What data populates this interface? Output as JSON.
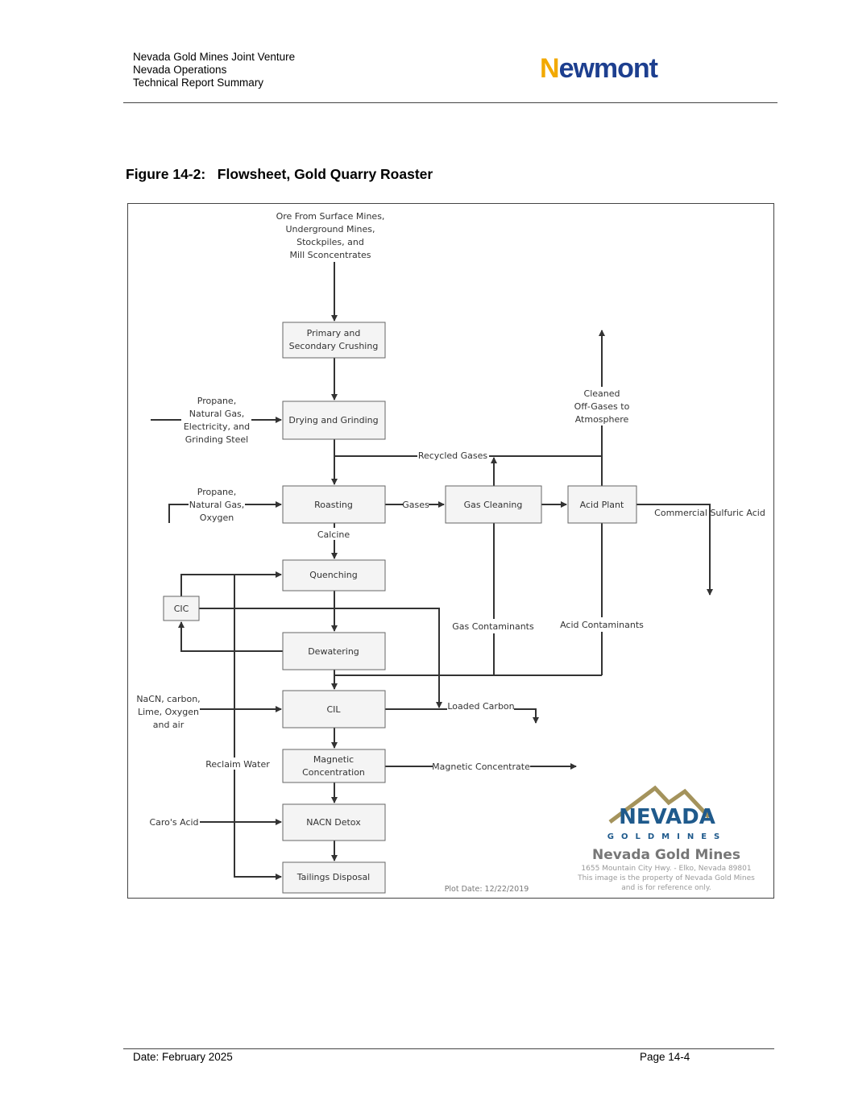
{
  "header": {
    "lines": [
      "Nevada Gold Mines Joint Venture",
      "Nevada Operations",
      "Technical Report Summary"
    ],
    "logo": "Newmont"
  },
  "figure": {
    "title": "Figure 14-2:   Flowsheet, Gold Quarry Roaster"
  },
  "diagram": {
    "ore": [
      "Ore From Surface Mines,",
      "Underground Mines,",
      "Stockpiles, and",
      "Mill Sconcentrates"
    ],
    "crushing": [
      "Primary and",
      "Secondary Crushing"
    ],
    "drying": "Drying and Grinding",
    "propane1": [
      "Propane,",
      "Natural Gas,",
      "Electricity, and",
      "Grinding Steel"
    ],
    "propane2": [
      "Propane,",
      "Natural Gas,",
      "Oxygen"
    ],
    "roasting": "Roasting",
    "gases": "Gases",
    "gas_cleaning": "Gas Cleaning",
    "acid_plant": "Acid Plant",
    "recycled": "Recycled Gases",
    "cleaned": [
      "Cleaned",
      "Off-Gases to",
      "Atmosphere"
    ],
    "sulfuric": "Commercial Sulfuric Acid",
    "calcine": "Calcine",
    "quenching": "Quenching",
    "cic": "CIC",
    "dewatering": "Dewatering",
    "gas_contaminants": "Gas Contaminants",
    "acid_contaminants": "Acid Contaminants",
    "nacn": [
      "NaCN, carbon,",
      "Lime, Oxygen",
      "and air"
    ],
    "cil": "CIL",
    "loaded_carbon": "Loaded Carbon",
    "magnetic": [
      "Magnetic",
      "Concentration"
    ],
    "magnetic_conc": "Magnetic Concentrate",
    "reclaim": "Reclaim Water",
    "caros": "Caro's Acid",
    "detox": "NACN Detox",
    "tailings": "Tailings Disposal",
    "plot_date": "Plot Date: 12/22/2019",
    "ngm_logo": {
      "word": "NEVADA",
      "sub": "GOLDMINES",
      "name": "Nevada Gold Mines",
      "addr": [
        "1655 Mountain City Hwy. - Elko, Nevada 89801",
        "This image is the property of Nevada Gold Mines",
        "and is for reference only."
      ]
    }
  },
  "footer": {
    "date": "Date:  February 2025",
    "page": "Page 14-4"
  }
}
